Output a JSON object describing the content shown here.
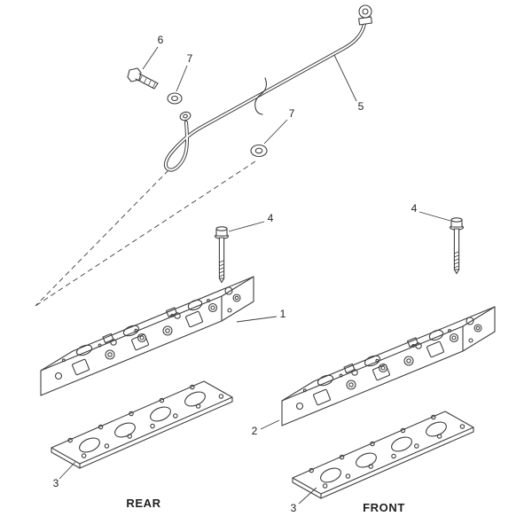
{
  "diagram": {
    "callouts": {
      "n1": "1",
      "n2": "2",
      "n3_rear": "3",
      "n3_front": "3",
      "n4_rear": "4",
      "n4_front": "4",
      "n5": "5",
      "n6": "6",
      "n7_upper": "7",
      "n7_lower": "7"
    },
    "labels": {
      "rear": "REAR",
      "front": "FRONT"
    },
    "colors": {
      "line": "#3f3f3f",
      "background": "#ffffff",
      "text": "#1f1f1f"
    }
  }
}
